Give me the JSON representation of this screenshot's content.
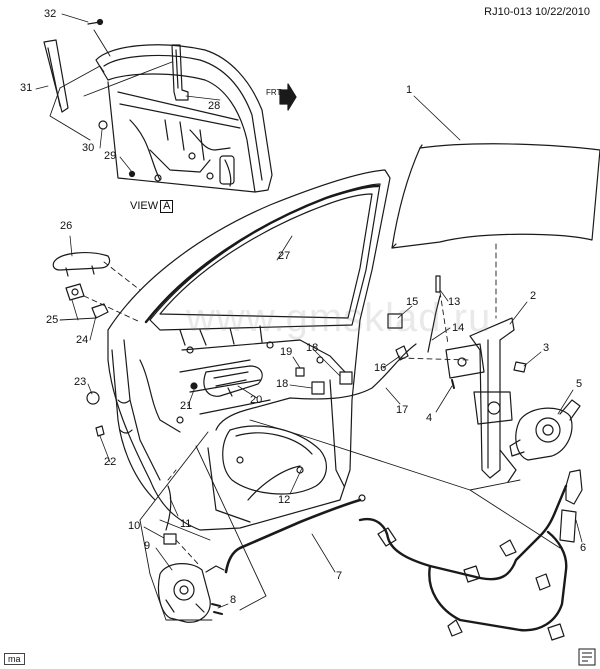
{
  "header": {
    "ref_code": "RJ10-013",
    "date": "10/22/2010"
  },
  "view_label": {
    "prefix": "VIEW",
    "letter": "A"
  },
  "direction_tag": "FRT",
  "watermark": "www.gmsklad.ru",
  "corner_badge": "ma",
  "callouts": [
    "1",
    "2",
    "3",
    "4",
    "5",
    "6",
    "7",
    "8",
    "9",
    "10",
    "11",
    "12",
    "13",
    "14",
    "15",
    "16",
    "17",
    "18",
    "19",
    "20",
    "21",
    "22",
    "23",
    "24",
    "25",
    "26",
    "27",
    "28",
    "29",
    "30",
    "31",
    "32"
  ],
  "colors": {
    "line": "#1a1a1a",
    "paper": "#ffffff",
    "watermark": "#9a9a9a"
  },
  "icons": {
    "direction_arrow": "arrow-right-icon",
    "corner": "page-fold-icon"
  }
}
